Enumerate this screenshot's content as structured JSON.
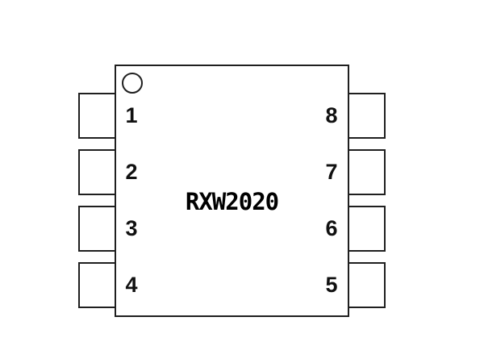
{
  "diagram": {
    "part_number": "RXW2020",
    "pin1_indicator": "circle-top-left",
    "left_pins": [
      "1",
      "2",
      "3",
      "4"
    ],
    "right_pins": [
      "8",
      "7",
      "6",
      "5"
    ]
  },
  "colors": {
    "background": "#ffffff",
    "line": "#1f1f1f",
    "text": "#000000"
  }
}
